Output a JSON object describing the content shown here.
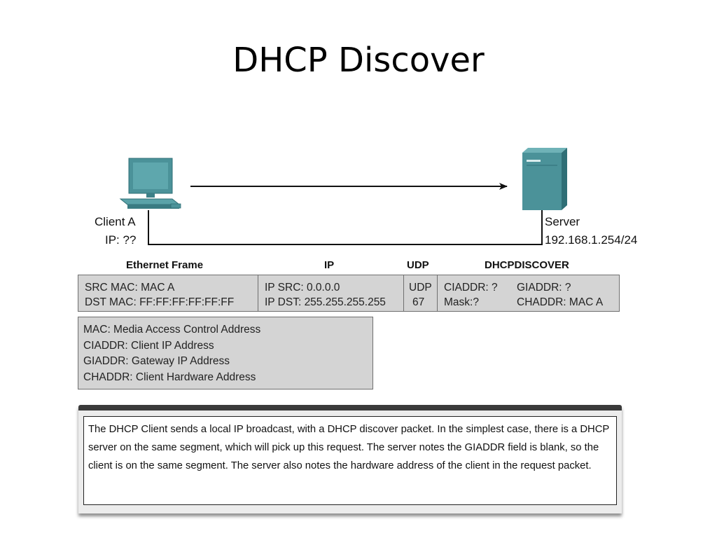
{
  "title": "DHCP Discover",
  "client": {
    "name": "Client A",
    "ip": "IP: ??"
  },
  "server": {
    "name": "Server",
    "ip": "192.168.1.254/24"
  },
  "frame_headers": {
    "ethernet": "Ethernet Frame",
    "ip": "IP",
    "udp": "UDP",
    "dhcp": "DHCPDISCOVER"
  },
  "frame": {
    "ethernet": [
      "SRC MAC: MAC A",
      "DST MAC: FF:FF:FF:FF:FF:FF"
    ],
    "ip": [
      "IP SRC: 0.0.0.0",
      "IP DST: 255.255.255.255"
    ],
    "udp": [
      "UDP",
      "67"
    ],
    "dhcp_left": [
      "CIADDR: ?",
      "Mask:?"
    ],
    "dhcp_right": [
      "GIADDR: ?",
      "CHADDR: MAC A"
    ]
  },
  "legend": [
    "MAC: Media Access Control Address",
    "CIADDR: Client IP Address",
    "GIADDR: Gateway IP Address",
    "CHADDR: Client Hardware Address"
  ],
  "note": "The DHCP Client sends a local IP broadcast, with a DHCP discover packet. In the simplest case, there is a DHCP server on the same segment, which will pick up this request. The server notes the GIADDR field is blank, so the client is on the same segment. The server also notes the hardware address of the client in the request packet.",
  "colors": {
    "device": "#4b9299",
    "device_dark": "#2f6f76",
    "panel": "#d4d4d4"
  },
  "icons": {
    "client": "computer-icon",
    "server": "server-icon"
  }
}
